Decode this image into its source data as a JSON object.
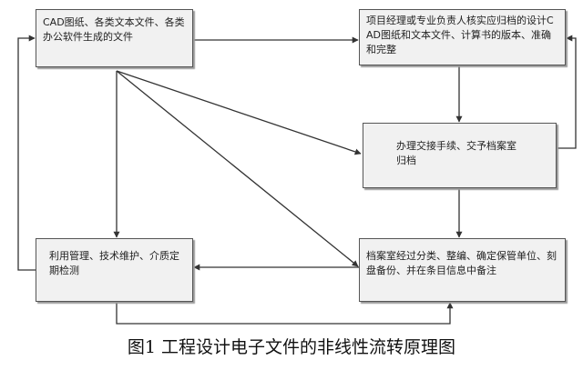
{
  "nodes": {
    "source": "CAD图纸、各类文本文件、各类办公软件生成的文件",
    "collect": "项目经理或专业负责人核实应归档的设计CAD图纸和文本文件、计算书的版本、准确和完整",
    "transfer": "办理交接手续、交予档案室归档",
    "archive": "档案室经过分类、整编、确定保管单位、刻盘备份、并在条目信息中备注",
    "use": "利用管理、技术维护、介质定期检测"
  },
  "caption": "图1 工程设计电子文件的非线性流转原理图",
  "colors": {
    "line": "#333333",
    "box_fill": "#f1f1f1",
    "box_border": "#555555"
  }
}
